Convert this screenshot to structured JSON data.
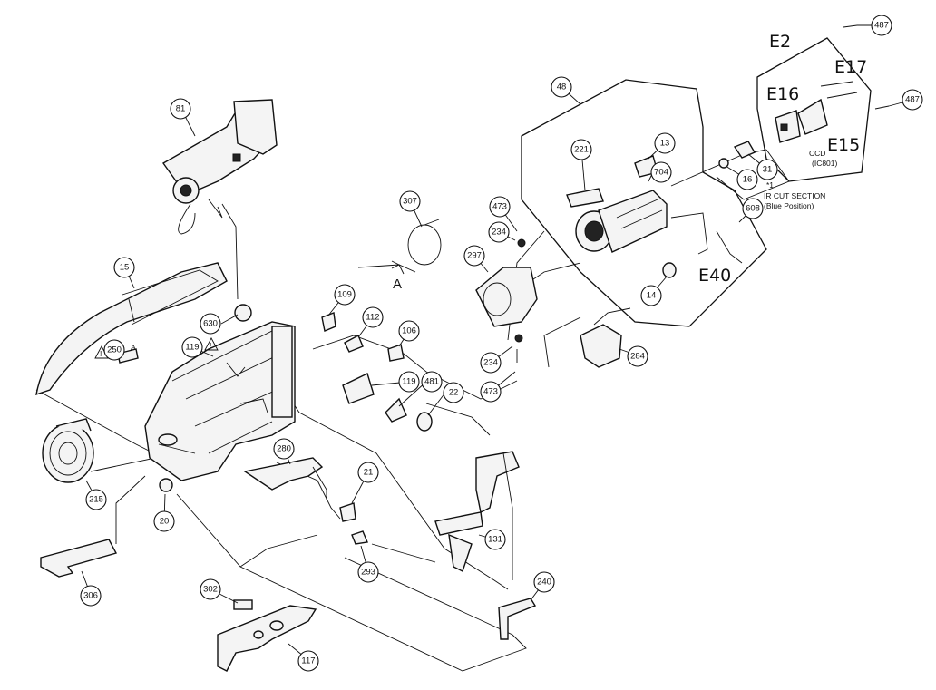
{
  "callouts": [
    "81",
    "15",
    "630",
    "119",
    "250",
    "215",
    "20",
    "306",
    "109",
    "112",
    "106",
    "119",
    "481",
    "22",
    "21",
    "280",
    "293",
    "302",
    "117",
    "131",
    "240",
    "307",
    "473",
    "234",
    "297",
    "234",
    "473",
    "48",
    "221",
    "13",
    "704",
    "14",
    "608",
    "284",
    "16",
    "31",
    "487",
    "487"
  ],
  "handwritten": {
    "e2": "E2",
    "e17": "E17",
    "e16": "E16",
    "e15": "E15",
    "e40": "E40"
  },
  "labels": {
    "ccd": "CCD",
    "ic801": "(IC801)",
    "star1": "*1",
    "ir_cut": "IR CUT SECTION",
    "blue_position": "(Blue Position)",
    "a_big": "A",
    "a_small": "A",
    "warn_mark": "!"
  }
}
